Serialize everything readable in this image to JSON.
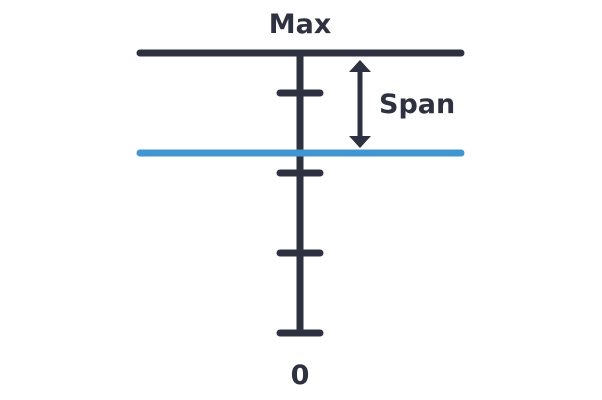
{
  "labels": {
    "max": "Max",
    "span": "Span",
    "zero": "0"
  },
  "colors": {
    "axis": "#2e3140",
    "level": "#4196d0"
  }
}
